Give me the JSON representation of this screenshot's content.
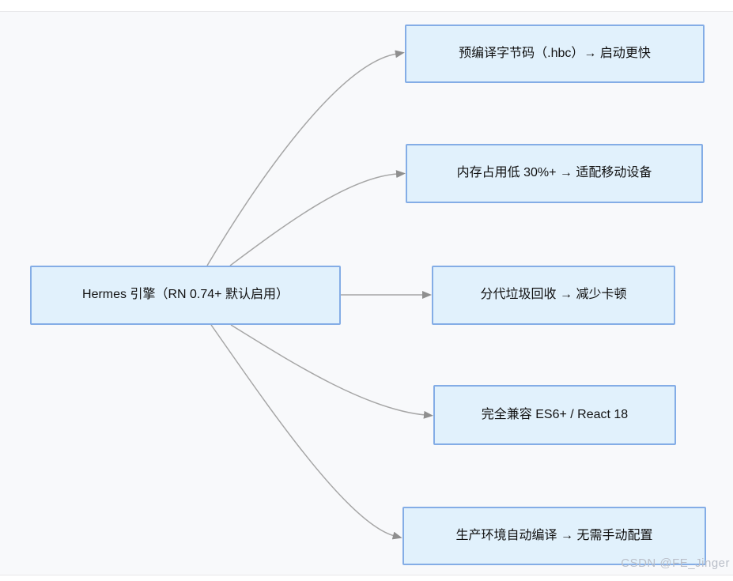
{
  "diagram": {
    "root": {
      "label": "Hermes 引擎（RN 0.74+ 默认启用）"
    },
    "branches": [
      {
        "label": "预编译字节码（.hbc）→ 启动更快"
      },
      {
        "label": "内存占用低 30%+ → 适配移动设备"
      },
      {
        "label": "分代垃圾回收 → 减少卡顿"
      },
      {
        "label": "完全兼容 ES6+ / React 18"
      },
      {
        "label": "生产环境自动编译 → 无需手动配置"
      }
    ]
  },
  "watermark": {
    "text": "CSDN @FE_Jinger"
  },
  "colors": {
    "canvas_bg": "#f8f9fb",
    "page_bg": "#ffffff",
    "strip_border": "#e8e8ea",
    "node_fill": "#e1f1fc",
    "node_border": "#84ade6",
    "edge": "#a6a6a6",
    "arrowhead": "#8f8f8f",
    "text": "#111111",
    "watermark": "#b9bec8"
  }
}
